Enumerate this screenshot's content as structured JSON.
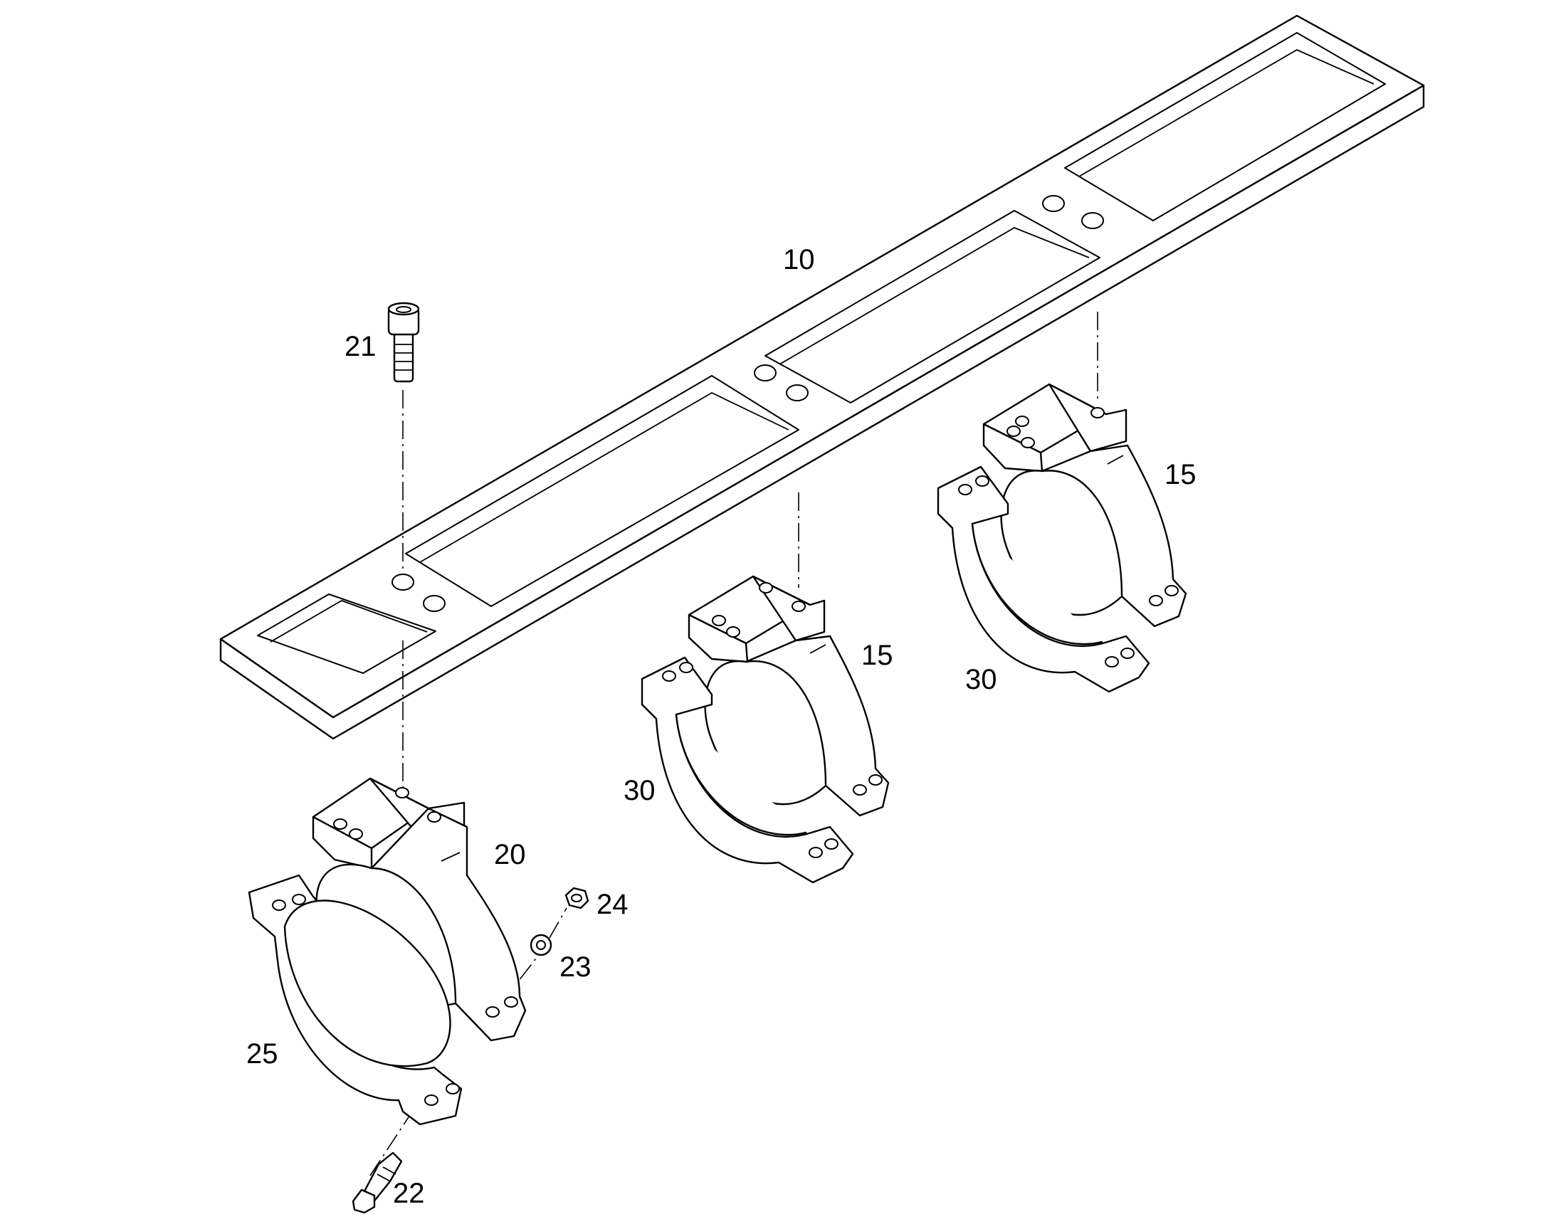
{
  "callouts": {
    "frame": "10",
    "clamp_mid": "15",
    "clamp_right": "15",
    "clamp_left": "20",
    "bolt_top": "21",
    "bolt_bottom": "22",
    "washer": "23",
    "nut": "24",
    "lower_half_left": "25",
    "lower_half_mid": "30",
    "lower_half_right": "30"
  },
  "colors": {
    "line": "#000000",
    "background": "#ffffff"
  }
}
